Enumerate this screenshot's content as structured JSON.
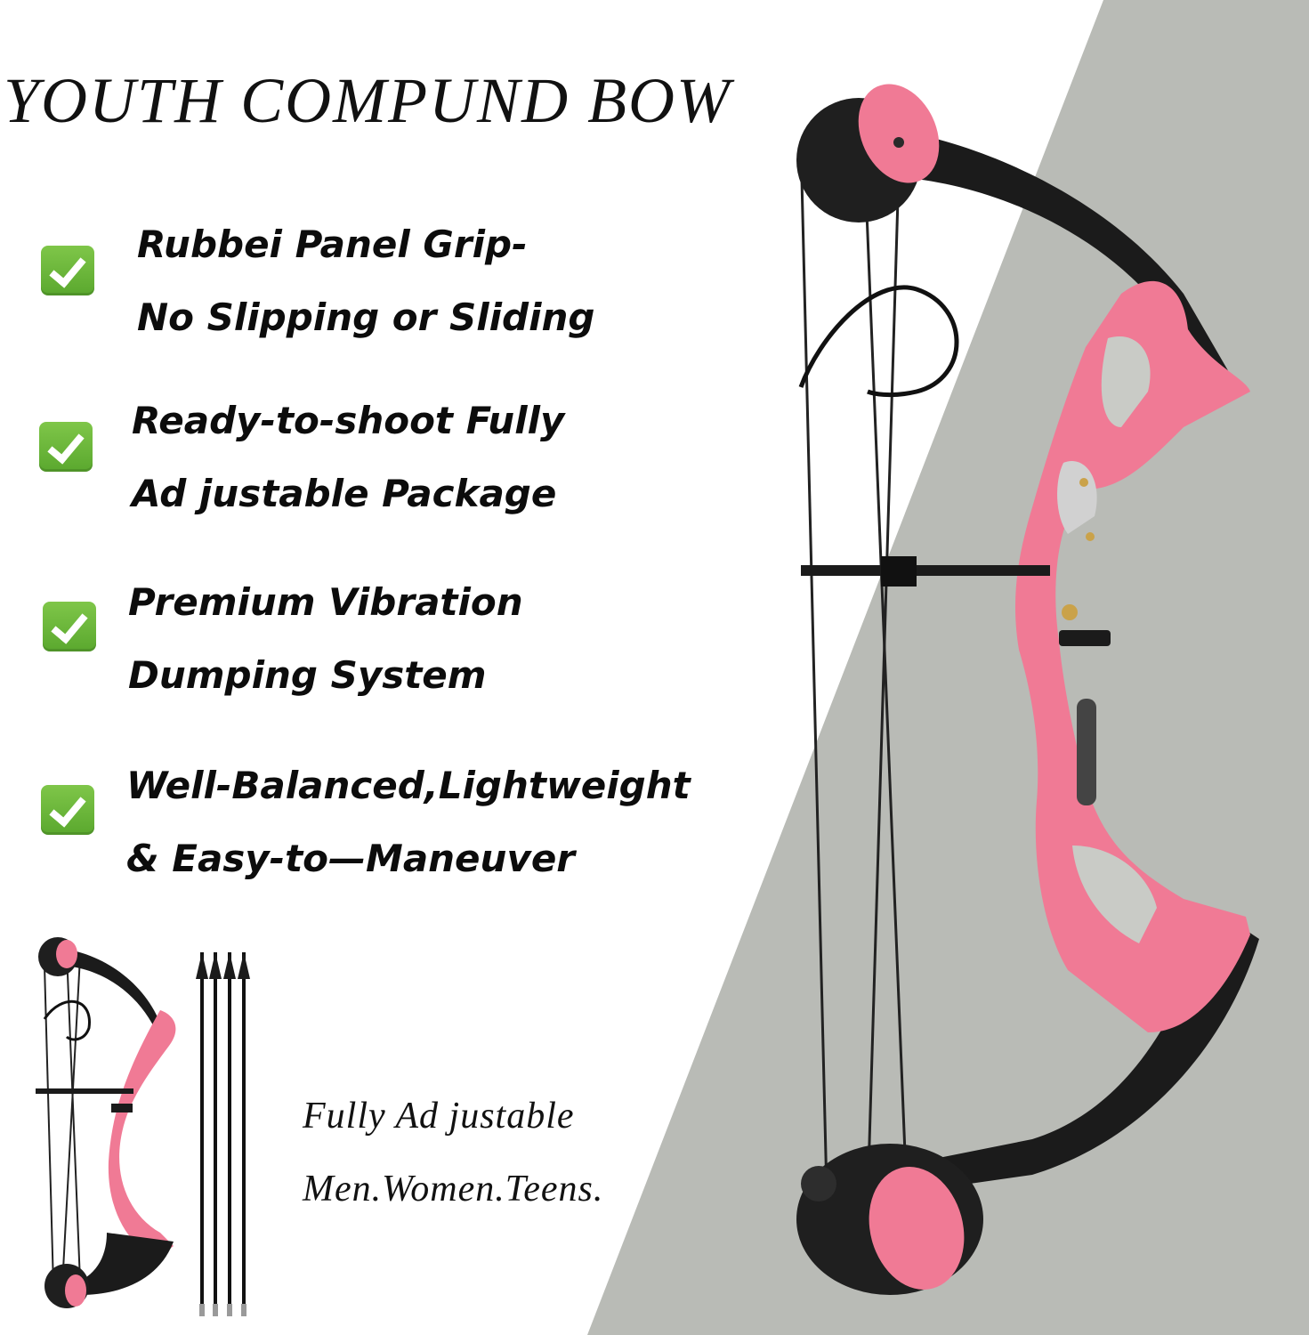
{
  "title": "YOUTH COMPUND BOW",
  "features": [
    {
      "line1": "Rubbei Panel Grip-",
      "line2": "No Slipping or Sliding"
    },
    {
      "line1": "Ready-to-shoot Fully",
      "line2": "Ad justable Package"
    },
    {
      "line1": "Premium Vibration",
      "line2": "Dumping System"
    },
    {
      "line1": "Well-Balanced,Lightweight",
      "line2": "& Easy-to—Maneuver"
    }
  ],
  "tagline": {
    "line1": "Fully Ad justable",
    "line2": "Men.Women.Teens."
  },
  "icons": {
    "check": "checkmark-box-icon"
  },
  "colors": {
    "bow_pink": "#f07a95",
    "limb_black": "#1b1b1b",
    "background_grey": "#b9bbb6",
    "check_green": "#6ab83a"
  }
}
